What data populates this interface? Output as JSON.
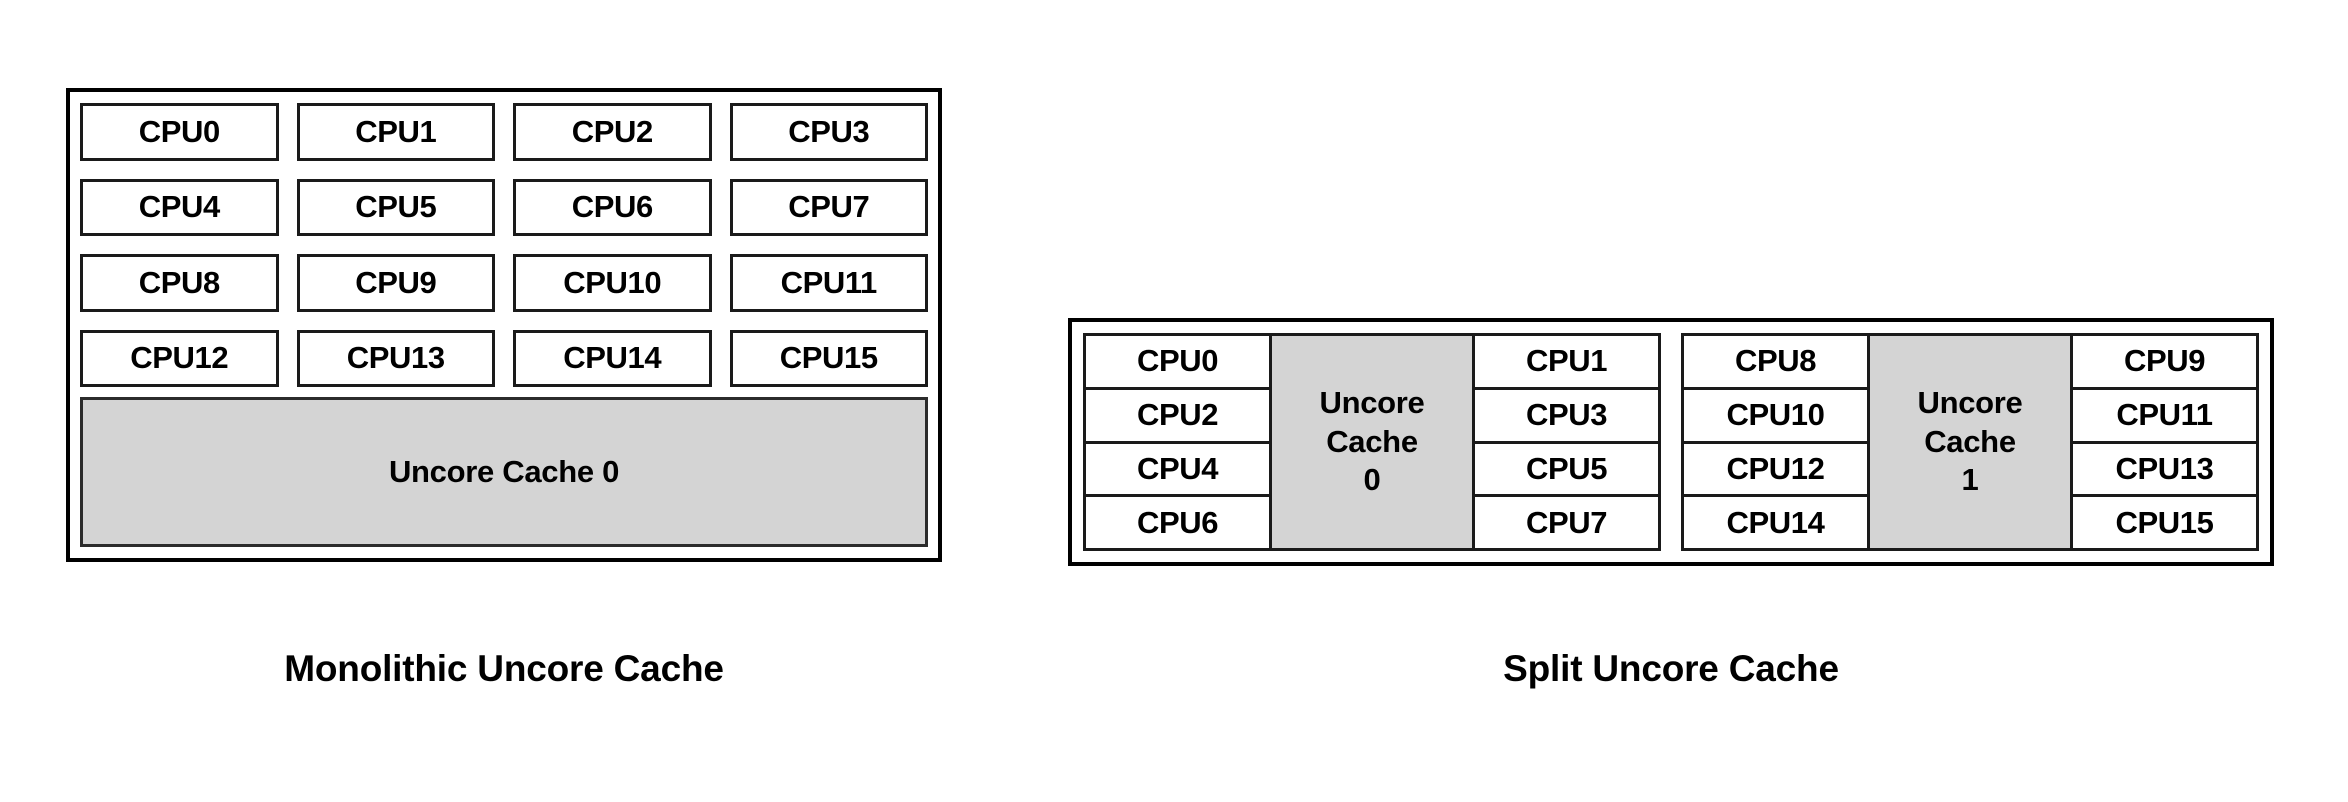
{
  "figures": {
    "monolithic": {
      "caption": "Monolithic Uncore Cache",
      "cpus": [
        "CPU0",
        "CPU1",
        "CPU2",
        "CPU3",
        "CPU4",
        "CPU5",
        "CPU6",
        "CPU7",
        "CPU8",
        "CPU9",
        "CPU10",
        "CPU11",
        "CPU12",
        "CPU13",
        "CPU14",
        "CPU15"
      ],
      "cache_label": "Uncore Cache 0",
      "cache_fill": "#d4d4d4",
      "border_color": "#000000"
    },
    "split": {
      "caption": "Split Uncore Cache",
      "cache_fill": "#d4d4d4",
      "border_color": "#000000",
      "groups": [
        {
          "left_cpus": [
            "CPU0",
            "CPU2",
            "CPU4",
            "CPU6"
          ],
          "cache_line1": "Uncore",
          "cache_line2": "Cache",
          "cache_line3": "0",
          "right_cpus": [
            "CPU1",
            "CPU3",
            "CPU5",
            "CPU7"
          ]
        },
        {
          "left_cpus": [
            "CPU8",
            "CPU10",
            "CPU12",
            "CPU14"
          ],
          "cache_line1": "Uncore",
          "cache_line2": "Cache",
          "cache_line3": "1",
          "right_cpus": [
            "CPU9",
            "CPU11",
            "CPU13",
            "CPU15"
          ]
        }
      ]
    }
  }
}
